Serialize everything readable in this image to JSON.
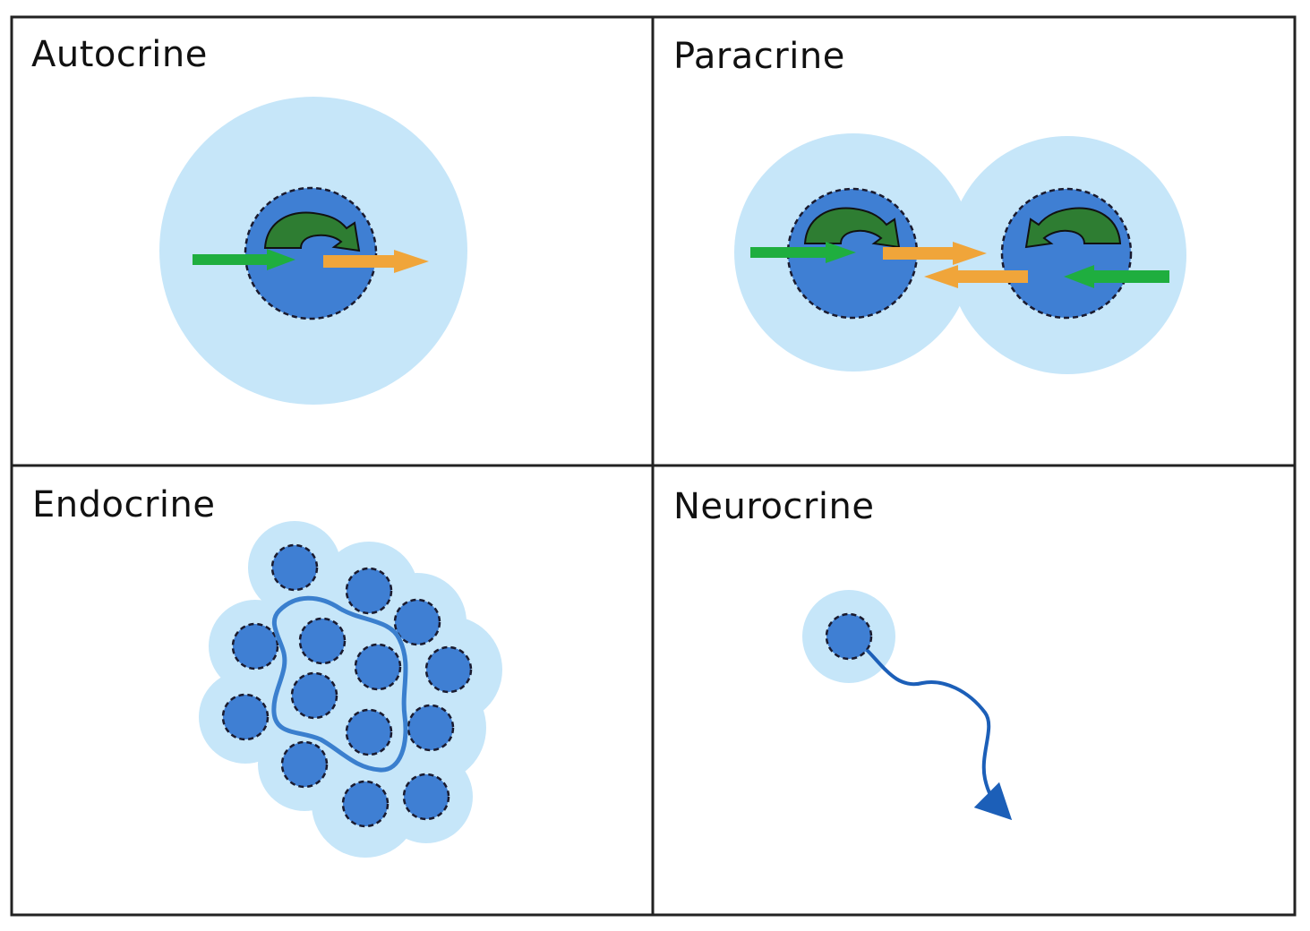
{
  "panels": [
    {
      "id": "autocrine",
      "title": "Autocrine"
    },
    {
      "id": "paracrine",
      "title": "Paracrine"
    },
    {
      "id": "endocrine",
      "title": "Endocrine"
    },
    {
      "id": "neurocrine",
      "title": "Neurocrine"
    }
  ],
  "colors": {
    "border": "#222222",
    "halo": "#c6e6f9",
    "cell": "#3f7fd3",
    "cell_outline": "#1a1a2e",
    "loop_arrow": "#2e7d32",
    "green_arrow": "#1fae3f",
    "orange_arrow": "#f0a53a",
    "vessel": "#3a7fce",
    "axon": "#1c5fb8"
  },
  "icons": {
    "autocrine": [
      "halo",
      "cell",
      "loop-arrow",
      "incoming-green-arrow",
      "outgoing-orange-arrow"
    ],
    "paracrine": [
      "halo",
      "cell",
      "loop-arrow",
      "green-arrow",
      "orange-arrow"
    ],
    "endocrine": [
      "halo",
      "cell-cluster",
      "blood-vessel"
    ],
    "neurocrine": [
      "halo",
      "cell",
      "axon-arrow"
    ]
  }
}
